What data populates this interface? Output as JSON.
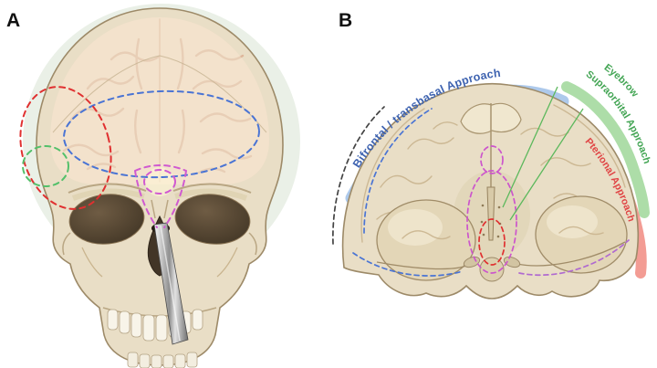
{
  "figure": {
    "panels": {
      "a": {
        "label": "A",
        "overlays": {
          "pterional_region": {
            "color": "#e03030"
          },
          "bifrontal_region": {
            "color": "#4a74d4"
          },
          "supraorbital_region": {
            "color": "#53c06a"
          },
          "endonasal_corridor": {
            "color": "#d05ad0"
          }
        }
      },
      "b": {
        "label": "B",
        "approaches": {
          "bifrontal": {
            "label": "Bifrontal / transbasal Approach",
            "text_color": "#3e63b0",
            "band_color": "#a9c6ea"
          },
          "eyebrow": {
            "label": "Eyebrow",
            "text_color": "#43a554",
            "band_color": "#a9dba3"
          },
          "supraorbital": {
            "label": "Supraorbital Approach",
            "text_color": "#43a554",
            "band_color": "#a9dba3"
          },
          "pterional": {
            "label": "Pterional Approach",
            "text_color": "#e04545",
            "band_color": "#f2978e"
          }
        }
      }
    }
  }
}
